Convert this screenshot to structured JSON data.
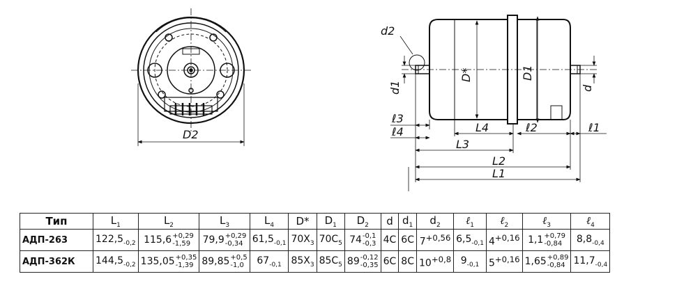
{
  "labels": {
    "d2": "d2",
    "D_star": "D*",
    "D1": "D1",
    "d1": "d1",
    "d": "d",
    "l3": "ℓ3",
    "l4": "ℓ4",
    "L4": "L4",
    "l2": "ℓ2",
    "l1": "ℓ1",
    "L3": "L3",
    "L2": "L2",
    "L1": "L1",
    "D2": "D2"
  },
  "table": {
    "headers": [
      {
        "base": "Тип"
      },
      {
        "base": "L",
        "sub": "1"
      },
      {
        "base": "L",
        "sub": "2"
      },
      {
        "base": "L",
        "sub": "3"
      },
      {
        "base": "L",
        "sub": "4"
      },
      {
        "base": "D*"
      },
      {
        "base": "D",
        "sub": "1"
      },
      {
        "base": "D",
        "sub": "2"
      },
      {
        "base": "d"
      },
      {
        "base": "d",
        "sub": "1"
      },
      {
        "base": "d",
        "sub": "2"
      },
      {
        "base": "ℓ",
        "sub": "1"
      },
      {
        "base": "ℓ",
        "sub": "2"
      },
      {
        "base": "ℓ",
        "sub": "3"
      },
      {
        "base": "ℓ",
        "sub": "4"
      }
    ],
    "rows": [
      {
        "type": "АДП-263",
        "cells": [
          {
            "v": "122,5",
            "sub": "-0,2"
          },
          {
            "v": "115,6",
            "up": "+0,29",
            "low": "-1,59"
          },
          {
            "v": "79,9",
            "up": "+0,29",
            "low": "-0,34"
          },
          {
            "v": "61,5",
            "sub": "-0,1"
          },
          {
            "v": "70X",
            "sub": "3"
          },
          {
            "v": "70C",
            "sub": "5"
          },
          {
            "v": "74",
            "up": "-0,1",
            "low": "-0,3"
          },
          {
            "v": "4C"
          },
          {
            "v": "6C"
          },
          {
            "v": "7",
            "sup": "+0,56"
          },
          {
            "v": "6,5",
            "sub": "-0,1"
          },
          {
            "v": "4",
            "sup": "+0,16"
          },
          {
            "v": "1,1",
            "up": "+0,79",
            "low": "-0,84"
          },
          {
            "v": "8,8",
            "sub": "-0,4"
          }
        ]
      },
      {
        "type": "АДП-362К",
        "cells": [
          {
            "v": "144,5",
            "sub": "-0,2"
          },
          {
            "v": "135,05",
            "up": "+0,35",
            "low": "-1,39"
          },
          {
            "v": "89,85",
            "up": "+0,5",
            "low": "-1,0"
          },
          {
            "v": "67",
            "sub": "-0,1"
          },
          {
            "v": "85X",
            "sub": "3"
          },
          {
            "v": "85C",
            "sub": "5"
          },
          {
            "v": "89",
            "up": "-0,12",
            "low": "-0,35"
          },
          {
            "v": "6C"
          },
          {
            "v": "8C"
          },
          {
            "v": "10",
            "sup": "+0,8"
          },
          {
            "v": "9",
            "sub": "-0,1"
          },
          {
            "v": "5",
            "sup": "+0,16"
          },
          {
            "v": "1,65",
            "up": "+0,89",
            "low": "-0,84"
          },
          {
            "v": "11,7",
            "sub": "-0,4"
          }
        ]
      }
    ]
  }
}
